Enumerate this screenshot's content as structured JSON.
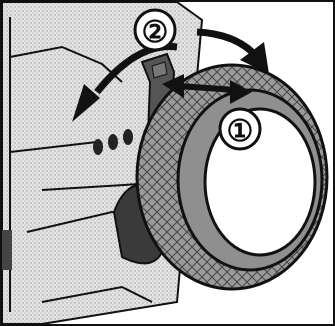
{
  "figure": {
    "callouts": [
      {
        "number": "①",
        "role": "step-slide"
      },
      {
        "number": "②",
        "role": "step-rotate"
      }
    ],
    "colors": {
      "ink": "#111111",
      "body_fill": "#d9d9d9",
      "ring_fill": "#8f8f8f",
      "lens_fill": "#ffffff",
      "knob_fill": "#3a3a3a"
    },
    "icons": [
      "lens-ring-icon",
      "lever-icon",
      "curved-arrow-icon",
      "double-arrow-icon"
    ]
  }
}
